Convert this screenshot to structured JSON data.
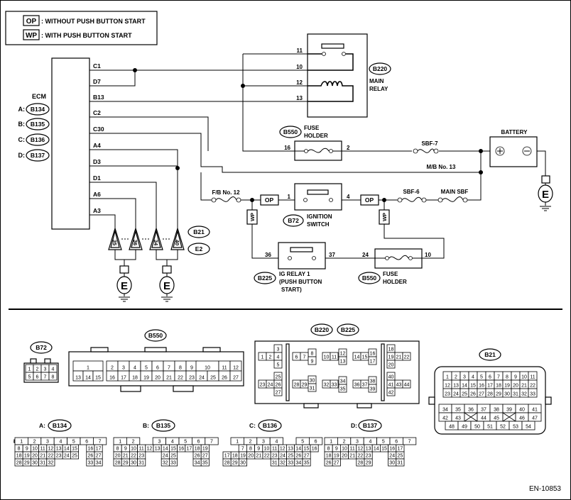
{
  "legend": [
    {
      "code": "OP",
      "text": ": WITHOUT PUSH BUTTON START"
    },
    {
      "code": "WP",
      "text": ": WITH PUSH BUTTON START"
    }
  ],
  "ecm": {
    "title": "ECM",
    "connectors": [
      {
        "prefix": "A:",
        "code": "B134"
      },
      {
        "prefix": "B:",
        "code": "B135"
      },
      {
        "prefix": "C:",
        "code": "B136"
      },
      {
        "prefix": "D:",
        "code": "B137"
      }
    ],
    "pins": [
      "C1",
      "D7",
      "B13",
      "C2",
      "C30",
      "A4",
      "D3",
      "D1",
      "A6",
      "A3"
    ]
  },
  "main_relay": {
    "code": "B220",
    "label1": "MAIN",
    "label2": "RELAY",
    "pins": [
      "11",
      "10",
      "12",
      "13"
    ]
  },
  "fuse_holder_top": {
    "code": "B550",
    "label1": "FUSE",
    "label2": "HOLDER",
    "pin_left": "16",
    "pin_right": "2"
  },
  "battery": {
    "label": "BATTERY"
  },
  "labels": {
    "sbf7": "SBF-7",
    "mb13": "M/B No. 13",
    "sbf6": "SBF-6",
    "main_sbf": "MAIN SBF",
    "fb12": "F/B No. 12",
    "op": "OP",
    "wp": "WP",
    "ground": "E",
    "footer": "EN-10853"
  },
  "ignition_switch": {
    "code": "B72",
    "label1": "IGNITION",
    "label2": "SWITCH",
    "pin_left": "1",
    "pin_right": "4"
  },
  "ig_relay": {
    "code": "B225",
    "label1": "IG RELAY 1",
    "label2": "(PUSH BUTTON",
    "label3": "START)",
    "pin_left": "36",
    "pin_right": "37"
  },
  "fuse_holder_bottom": {
    "code": "B550",
    "label1": "FUSE",
    "label2": "HOLDER",
    "pin_left": "24",
    "pin_right": "10"
  },
  "ground_connectors": {
    "b21": "B21",
    "e2": "E2",
    "pins": [
      "35",
      "36",
      "34",
      "40"
    ]
  },
  "connector_views": {
    "b72": "B72",
    "b550": "B550",
    "b220": "B220",
    "b225": "B225",
    "b21": "B21",
    "a": {
      "prefix": "A:",
      "code": "B134"
    },
    "b": {
      "prefix": "B:",
      "code": "B135"
    },
    "c": {
      "prefix": "C:",
      "code": "B136"
    },
    "d": {
      "prefix": "D:",
      "code": "B137"
    }
  }
}
